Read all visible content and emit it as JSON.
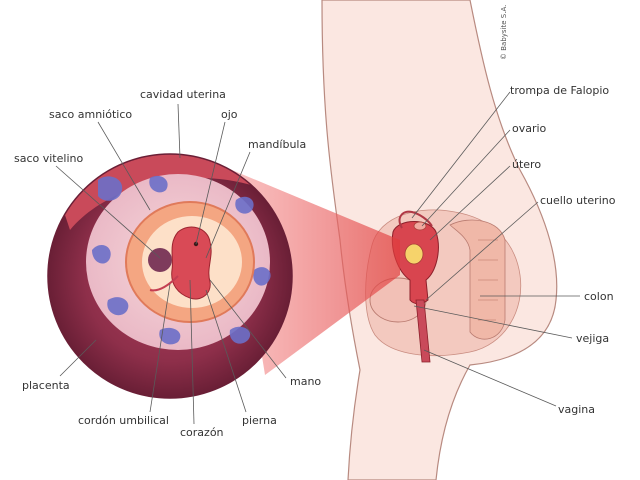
{
  "copyright": "© Babysite S.A.",
  "labels": {
    "left": {
      "cavidad_uterina": "cavidad uterina",
      "saco_amniotico": "saco amniótico",
      "ojo": "ojo",
      "saco_vitelino": "saco vitelino",
      "mandibula": "mandíbula",
      "placenta": "placenta",
      "cordon_umbilical": "cordón umbilical",
      "corazon": "corazón",
      "pierna": "pierna",
      "mano": "mano"
    },
    "right": {
      "trompa_de_falopio": "trompa de Falopio",
      "ovario": "ovario",
      "utero": "útero",
      "cuello_uterino": "cuello uterino",
      "colon": "colon",
      "vejiga": "vejiga",
      "vagina": "vagina"
    }
  },
  "colors": {
    "skin": "#fbe7e1",
    "skin_outline": "#b88a80",
    "placenta": "#8e2f4a",
    "uterus_wall": "#c94a5a",
    "yolk_blob": "#6c6fc8",
    "amnion": "#f4a682",
    "embryo": "#d94a56",
    "zoom_cone": "#f07a7a"
  }
}
